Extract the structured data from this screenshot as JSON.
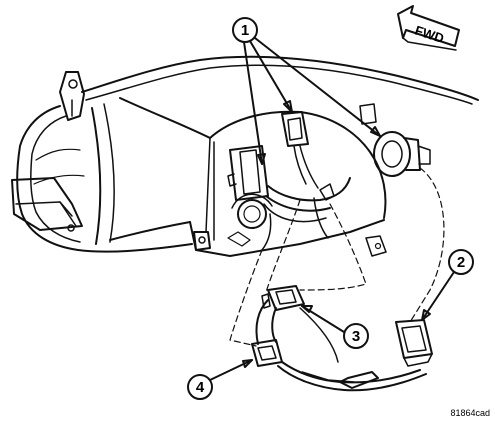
{
  "direction_arrow": {
    "label": "FWD"
  },
  "callouts": [
    {
      "id": "1",
      "label": "1"
    },
    {
      "id": "2",
      "label": "2"
    },
    {
      "id": "3",
      "label": "3"
    },
    {
      "id": "4",
      "label": "4"
    }
  ],
  "figure_id": "81864cad"
}
